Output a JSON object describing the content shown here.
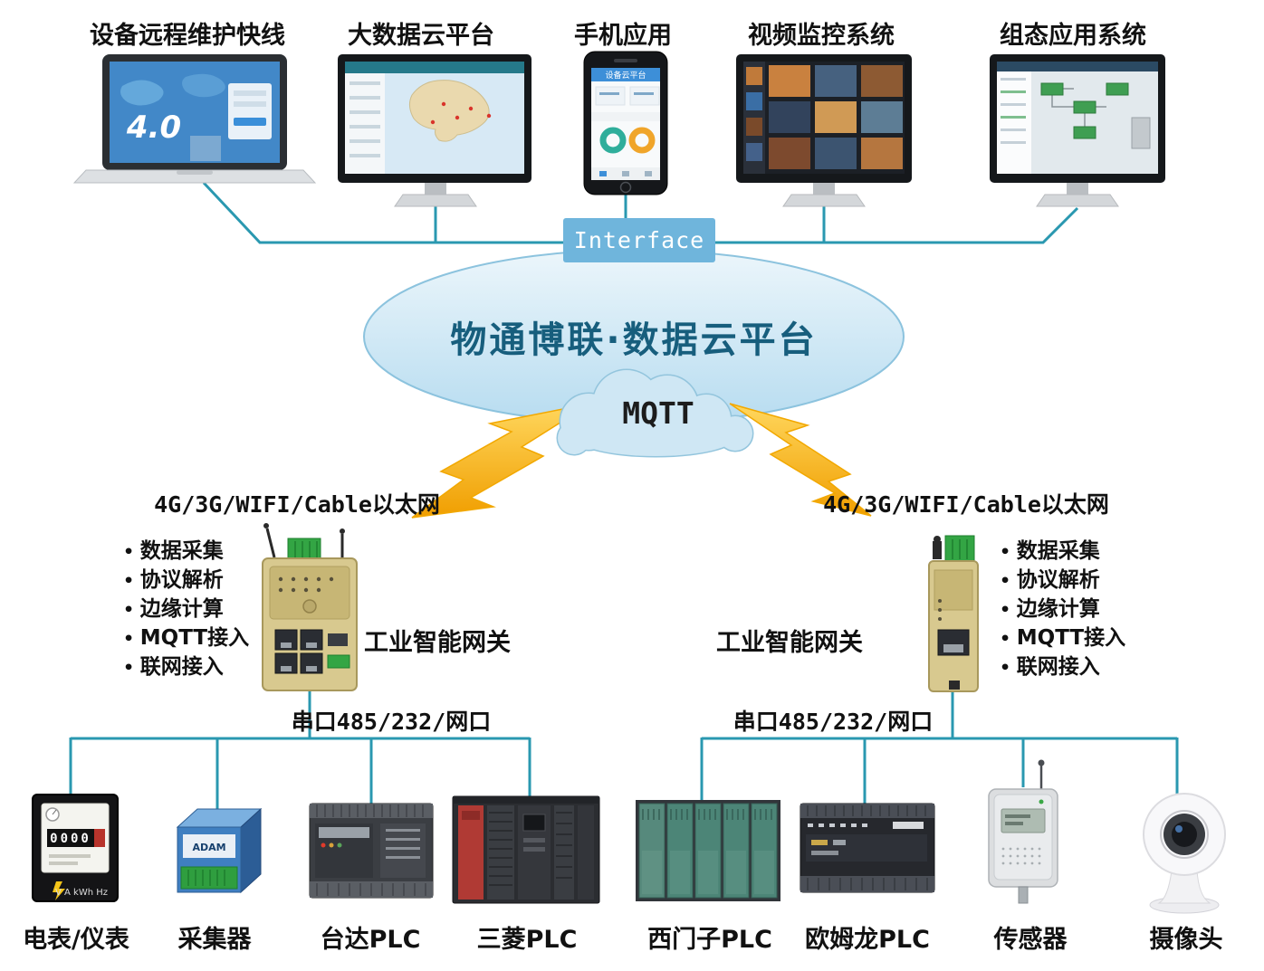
{
  "colors": {
    "line": "#2a98b0",
    "interface-bg": "#6fb5dc",
    "cloud-stroke": "#8cc3de",
    "mqtt-cloud-fill": "#cfe7f4",
    "mqtt-cloud-stroke": "#93c5dd",
    "lightning": "#f2a800",
    "title-color": "#175e7d",
    "text-color": "#111111"
  },
  "top_devices": [
    {
      "label": "设备远程维护快线",
      "type": "laptop",
      "screen_text": "4.0"
    },
    {
      "label": "大数据云平台",
      "type": "desktop-monitor-map"
    },
    {
      "label": "手机应用",
      "type": "smartphone",
      "screen_title": "设备云平台"
    },
    {
      "label": "视频监控系统",
      "type": "desktop-monitor-video-wall"
    },
    {
      "label": "组态应用系统",
      "type": "desktop-monitor-scada"
    }
  ],
  "interface_box": {
    "label": "Interface"
  },
  "cloud_platform": {
    "title": "物通博联·数据云平台",
    "protocol_label": "MQTT"
  },
  "uplinks": {
    "left_label": "4G/3G/WIFI/Cable以太网",
    "right_label": "4G/3G/WIFI/Cable以太网"
  },
  "gateways": {
    "left": {
      "label": "工业智能网关",
      "features": [
        "数据采集",
        "协议解析",
        "边缘计算",
        "MQTT接入",
        "联网接入"
      ],
      "downlink_label": "串口485/232/网口"
    },
    "right": {
      "label": "工业智能网关",
      "features": [
        "数据采集",
        "协议解析",
        "边缘计算",
        "MQTT接入",
        "联网接入"
      ],
      "downlink_label": "串口485/232/网口"
    }
  },
  "field_devices": [
    {
      "label": "电表/仪表",
      "type": "power-meter",
      "display_value": "0000",
      "units_text": "V A kWh Hz"
    },
    {
      "label": "采集器",
      "type": "io-module",
      "brand_text": "ADAM"
    },
    {
      "label": "台达PLC",
      "type": "plc"
    },
    {
      "label": "三菱PLC",
      "type": "plc"
    },
    {
      "label": "西门子PLC",
      "type": "plc"
    },
    {
      "label": "欧姆龙PLC",
      "type": "plc"
    },
    {
      "label": "传感器",
      "type": "sensor"
    },
    {
      "label": "摄像头",
      "type": "camera"
    }
  ]
}
